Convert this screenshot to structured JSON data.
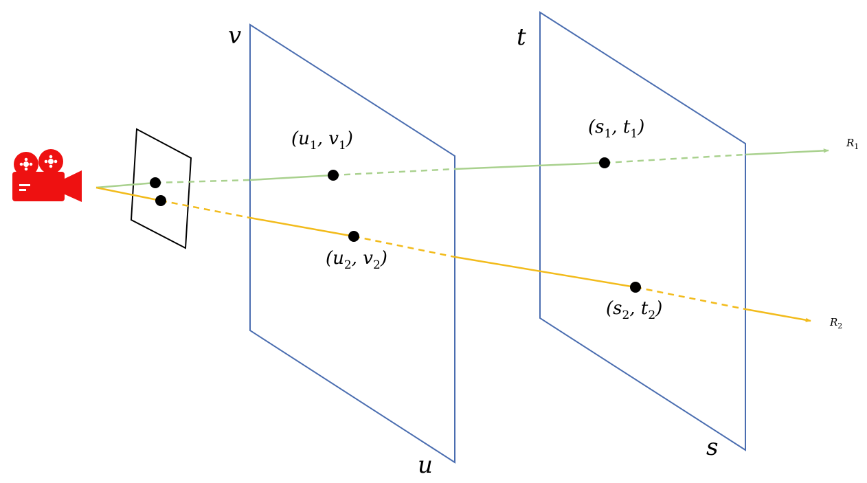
{
  "planes": {
    "uv": {
      "axis_u": "u",
      "axis_v": "v",
      "color": "#4a6db0"
    },
    "st": {
      "axis_s": "s",
      "axis_t": "t",
      "color": "#4a6db0"
    }
  },
  "points": {
    "uv1": {
      "base1": "u",
      "sub1": "1",
      "base2": "v",
      "sub2": "1"
    },
    "uv2": {
      "base1": "u",
      "sub1": "2",
      "base2": "v",
      "sub2": "2"
    },
    "st1": {
      "base1": "s",
      "sub1": "1",
      "base2": "t",
      "sub2": "1"
    },
    "st2": {
      "base1": "s",
      "sub1": "2",
      "base2": "t",
      "sub2": "2"
    }
  },
  "rays": {
    "r1": {
      "base": "R",
      "sub": "1",
      "color": "#a9d18e"
    },
    "r2": {
      "base": "R",
      "sub": "2",
      "color": "#f2bb1b"
    }
  },
  "camera": {
    "icon": "movie-camera-icon",
    "color": "#ee1111"
  },
  "image_plane": {
    "color": "#000000"
  }
}
